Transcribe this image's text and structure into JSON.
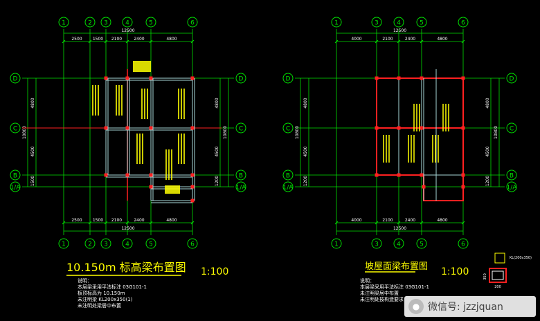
{
  "left_plan": {
    "grid_x_labels": [
      "1",
      "2",
      "3",
      "4",
      "5",
      "6"
    ],
    "grid_y_labels": [
      "D",
      "C",
      "B",
      "1/A"
    ],
    "top_dims": [
      "2500",
      "1500",
      "2100",
      "2400",
      "4800"
    ],
    "top_total": "12500",
    "bottom_dims": [
      "2500",
      "1500",
      "2100",
      "2400",
      "4800"
    ],
    "bottom_total": "12500",
    "left_dims": [
      "4800",
      "4500",
      "1500"
    ],
    "left_total": "10800",
    "right_dims": [
      "4800",
      "4500",
      "1200"
    ],
    "right_total": "10800",
    "title": "10.150m 标高梁布置图",
    "scale": "1:100",
    "notes": [
      "说明：",
      "本层梁采用平法标注 03G101-1",
      "板顶标高为 10.150m",
      "未注明梁 KL200x350(1)",
      "未注明处梁居中布置"
    ]
  },
  "right_plan": {
    "grid_x_labels": [
      "1",
      "3",
      "4",
      "5",
      "6"
    ],
    "grid_y_labels": [
      "D",
      "C",
      "B",
      "1/A"
    ],
    "top_dims": [
      "4000",
      "2100",
      "2400",
      "4800"
    ],
    "top_total": "12500",
    "bottom_dims": [
      "4000",
      "2100",
      "2400",
      "4800"
    ],
    "bottom_total": "12500",
    "left_dims": [
      "4800",
      "4500",
      "1200"
    ],
    "left_total": "10800",
    "right_dims": [
      "4800",
      "4500",
      "1200"
    ],
    "right_total": "10800",
    "title": "坡屋面梁布置图",
    "scale": "1:100",
    "notes": [
      "说明：",
      "本层梁采用平法标注 03G101-1",
      "未注明梁居中布置",
      "未注明处按构造要求"
    ]
  },
  "detail": {
    "label_top": "KL(200x350)",
    "dim": "350",
    "dim2": "200"
  },
  "watermark": {
    "text": "微信号: jzzjquan"
  },
  "colors": {
    "background": "#000000",
    "grid_green": "#00e000",
    "wall_cyan": "#a8d8d8",
    "red": "#ff2020",
    "yellow": "#ffff00",
    "white": "#ffffff"
  }
}
